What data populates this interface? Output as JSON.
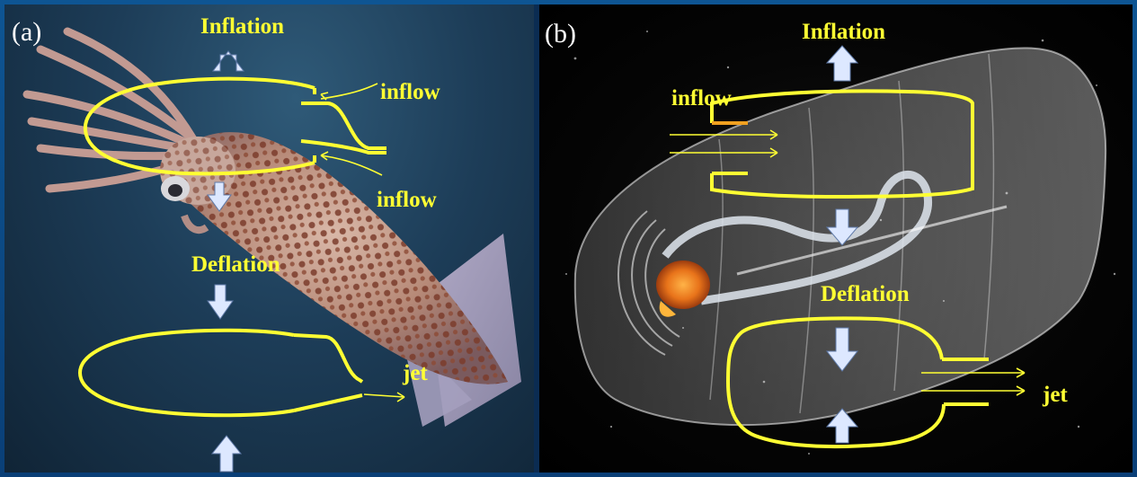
{
  "panel_a": {
    "letter": "(a)",
    "label_inflation": "Inflation",
    "label_inflow_top": "inflow",
    "label_inflow_bottom": "inflow",
    "label_deflation": "Deflation",
    "label_jet": "jet",
    "subject_icon": "squid-icon"
  },
  "panel_b": {
    "letter": "(b)",
    "label_inflation": "Inflation",
    "label_inflow": "inflow",
    "label_deflation": "Deflation",
    "label_jet": "jet",
    "subject_icon": "salp-icon"
  },
  "colors": {
    "annotation_yellow": "#ffff33",
    "arrow_fill": "#dde8ff",
    "frame_blue": "#0b4a86"
  }
}
